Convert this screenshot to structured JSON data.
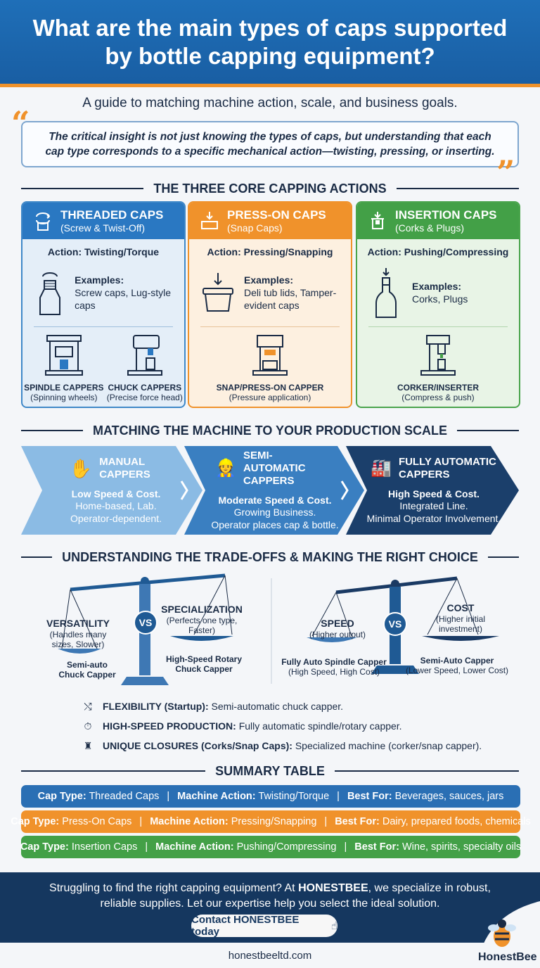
{
  "header": {
    "title": "What are the main types of caps supported by bottle capping equipment?"
  },
  "subtitle": "A guide to matching machine action, scale, and business goals.",
  "insight": "The critical insight is not just knowing the types of caps, but understanding that each cap type corresponds to a specific mechanical action—twisting, pressing, or inserting.",
  "sections": {
    "core": "THE THREE CORE CAPPING ACTIONS",
    "scale": "MATCHING THE MACHINE TO YOUR PRODUCTION SCALE",
    "tradeoffs": "UNDERSTANDING THE TRADE-OFFS & MAKING THE RIGHT CHOICE",
    "summary": "SUMMARY TABLE"
  },
  "cards": {
    "threaded": {
      "title": "THREADED CAPS",
      "subtitle": "(Screw & Twist-Off)",
      "action": "Action: Twisting/Torque",
      "examples_label": "Examples:",
      "examples": "Screw caps, Lug-style caps",
      "machines": [
        {
          "name": "SPINDLE CAPPERS",
          "desc": "(Spinning wheels)"
        },
        {
          "name": "CHUCK CAPPERS",
          "desc": "(Precise force head)"
        }
      ]
    },
    "presson": {
      "title": "PRESS-ON CAPS",
      "subtitle": "(Snap Caps)",
      "action": "Action: Pressing/Snapping",
      "examples_label": "Examples:",
      "examples": "Deli tub lids, Tamper-evident caps",
      "machines": [
        {
          "name": "SNAP/PRESS-ON CAPPER",
          "desc": "(Pressure application)"
        }
      ]
    },
    "insertion": {
      "title": "INSERTION CAPS",
      "subtitle": "(Corks & Plugs)",
      "action": "Action: Pushing/Compressing",
      "examples_label": "Examples:",
      "examples": "Corks, Plugs",
      "machines": [
        {
          "name": "CORKER/INSERTER",
          "desc": "(Compress & push)"
        }
      ]
    }
  },
  "scale_steps": [
    {
      "title": "MANUAL CAPPERS",
      "speed": "Low Speed & Cost.",
      "line1": "Home-based, Lab.",
      "line2": "Operator-dependent.",
      "color": "#8bbbe4"
    },
    {
      "title": "SEMI-AUTOMATIC CAPPERS",
      "speed": "Moderate Speed & Cost.",
      "line1": "Growing Business.",
      "line2": "Operator places cap & bottle.",
      "color": "#3a7fc1"
    },
    {
      "title": "FULLY AUTOMATIC CAPPERS",
      "speed": "High Speed & Cost.",
      "line1": "Integrated Line.",
      "line2": "Minimal Operator Involvement.",
      "color": "#1b3f6b"
    }
  ],
  "tradeoffs": {
    "left": {
      "a_title": "VERSATILITY",
      "a_desc": "(Handles many sizes, Slower)",
      "a_machine": "Semi-auto Chuck Capper",
      "b_title": "SPECIALIZATION",
      "b_desc": "(Perfects one type, Faster)",
      "b_machine": "High-Speed Rotary Chuck Capper"
    },
    "right": {
      "a_title": "SPEED",
      "a_desc": "(Higher output)",
      "a_machine": "Fully Auto Spindle Capper",
      "a_machine_sub": "(High Speed, High Cost)",
      "b_title": "COST",
      "b_desc": "(Higher initial investment)",
      "b_machine": "Semi-Auto Capper",
      "b_machine_sub": "(Lower Speed, Lower Cost)"
    },
    "vs": "VS"
  },
  "choices": [
    {
      "label": "FLEXIBILITY (Startup):",
      "text": "Semi-automatic chuck capper.",
      "icon": "shuffle-icon"
    },
    {
      "label": "HIGH-SPEED PRODUCTION:",
      "text": "Fully automatic spindle/rotary capper.",
      "icon": "stopwatch-icon"
    },
    {
      "label": "UNIQUE CLOSURES (Corks/Snap Caps):",
      "text": "Specialized machine (corker/snap capper).",
      "icon": "stamp-icon"
    }
  ],
  "summary": {
    "cap_label": "Cap Type:",
    "action_label": "Machine Action:",
    "best_label": "Best For:",
    "rows": [
      {
        "cap": "Threaded Caps",
        "action": "Twisting/Torque",
        "best": "Beverages, sauces, jars",
        "color": "#2a6fb4"
      },
      {
        "cap": "Press-On Caps",
        "action": "Pressing/Snapping",
        "best": "Dairy, prepared foods, chemicals",
        "color": "#f0922b"
      },
      {
        "cap": "Insertion Caps",
        "action": "Pushing/Compressing",
        "best": "Wine, spirits, specialty oils",
        "color": "#43a047"
      }
    ]
  },
  "footer": {
    "text_a": "Struggling to find the right capping equipment? At ",
    "brand": "HONESTBEE",
    "text_b": ", we specialize in robust, reliable supplies. Let our expertise help you select the ideal solution.",
    "cta": "Contact HONESTBEE today",
    "site": "honestbeeltd.com",
    "logo": "HonestBee"
  }
}
